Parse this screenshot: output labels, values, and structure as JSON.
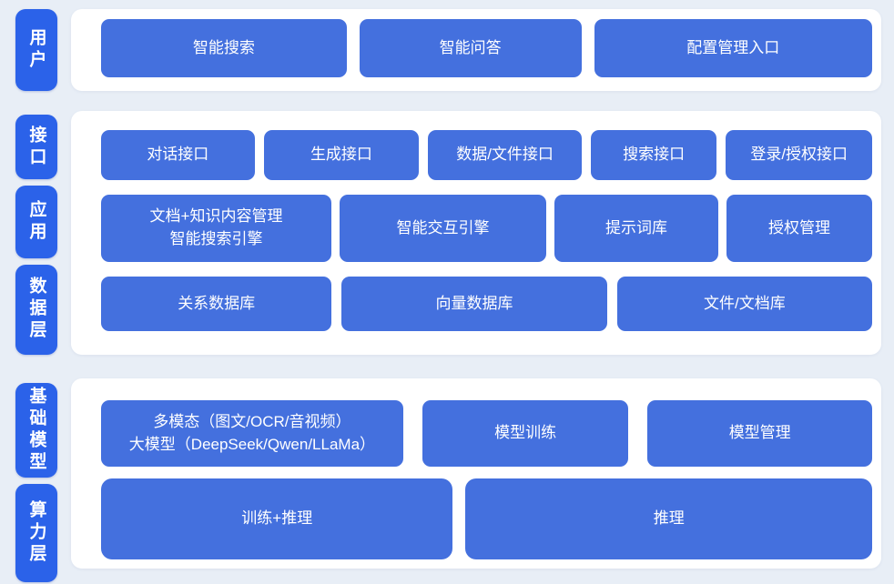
{
  "colors": {
    "page_bg": "#E8EEF6",
    "panel_bg": "#FFFFFF",
    "tile_blue": "#2B62E9",
    "button_blue": "#4470DE",
    "button_text": "#FFFFFF"
  },
  "sections": [
    {
      "tiles": [
        {
          "label": "用户"
        }
      ],
      "rows": [
        {
          "buttons": [
            {
              "label": "智能搜索"
            },
            {
              "label": "智能问答"
            },
            {
              "label": "配置管理入口"
            }
          ]
        }
      ]
    },
    {
      "tiles": [
        {
          "label": "接口"
        },
        {
          "label": "应用"
        },
        {
          "label": "数据层"
        }
      ],
      "rows": [
        {
          "buttons": [
            {
              "label": "对话接口"
            },
            {
              "label": "生成接口"
            },
            {
              "label": "数据/文件接口"
            },
            {
              "label": "搜索接口"
            },
            {
              "label": "登录/授权接口"
            }
          ]
        },
        {
          "buttons": [
            {
              "line1": "文档+知识内容管理",
              "line2": "智能搜索引擎"
            },
            {
              "label": "智能交互引擎"
            },
            {
              "label": "提示词库"
            },
            {
              "label": "授权管理"
            }
          ]
        },
        {
          "buttons": [
            {
              "label": "关系数据库"
            },
            {
              "label": "向量数据库"
            },
            {
              "label": "文件/文档库"
            }
          ]
        }
      ]
    },
    {
      "tiles": [
        {
          "label": "基础模型"
        },
        {
          "label": "算力层"
        }
      ],
      "rows": [
        {
          "buttons": [
            {
              "line1": "多模态（图文/OCR/音视频）",
              "line2": "大模型（DeepSeek/Qwen/LLaMa）"
            },
            {
              "label": "模型训练"
            },
            {
              "label": "模型管理"
            }
          ]
        },
        {
          "buttons": [
            {
              "label": "训练+推理"
            },
            {
              "label": "推理"
            }
          ]
        }
      ]
    }
  ]
}
